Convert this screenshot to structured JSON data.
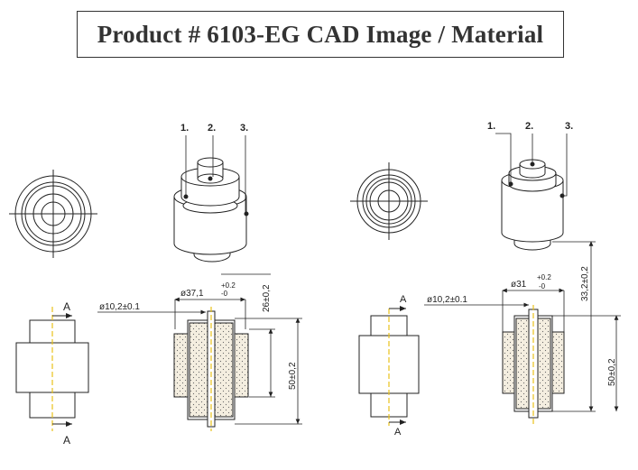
{
  "title": "Product # 6103-EG CAD Image / Material",
  "left_assembly": {
    "callouts": [
      "1.",
      "2.",
      "3."
    ],
    "section_label_top": "A",
    "section_label_bottom": "A",
    "dim_inner_diameter": "ø10,2±0.1",
    "dim_outer_diameter": "ø37,1",
    "dim_outer_tol_plus": "+0.2",
    "dim_outer_tol_minus": "-0",
    "dim_sleeve_length": "26±0,2",
    "dim_total_length": "50±0,2"
  },
  "right_assembly": {
    "callouts": [
      "1.",
      "2.",
      "3."
    ],
    "section_label_top": "A",
    "section_label_bottom": "A",
    "dim_inner_diameter": "ø10,2±0.1",
    "dim_outer_diameter": "ø31",
    "dim_outer_tol_plus": "+0.2",
    "dim_outer_tol_minus": "-0",
    "dim_sleeve_length": "33,2±0,2",
    "dim_total_length": "50±0,2"
  },
  "colors": {
    "line": "#222222",
    "accent_yellow": "#e8c21a",
    "rubber_fill": "#f4eee0",
    "dim_arrow": "#222222"
  }
}
